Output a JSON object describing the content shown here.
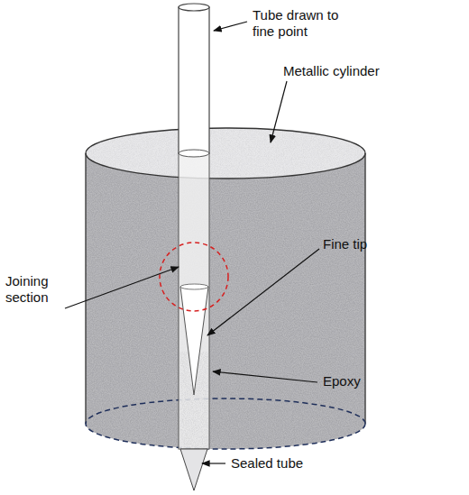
{
  "diagram": {
    "labels": [
      "Tube drawn to fine point",
      "Metallic cylinder",
      "Fine tip",
      "Joining section",
      "Epoxy",
      "Sealed tube"
    ]
  }
}
